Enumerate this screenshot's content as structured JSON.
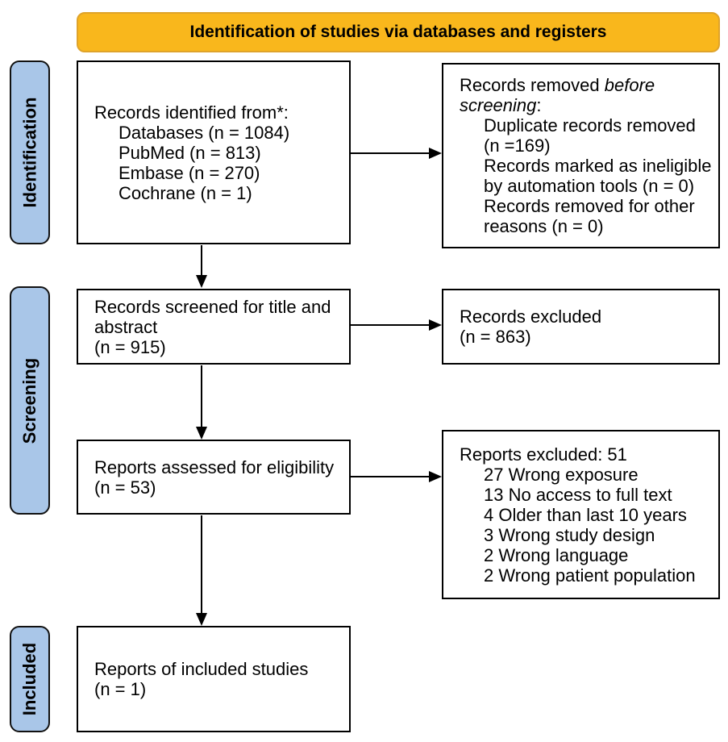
{
  "header": {
    "title": "Identification of studies via databases and registers"
  },
  "colors": {
    "header_bg": "#F9B71C",
    "header_border": "#DFA32A",
    "sidebar_bg": "#A9C6E8",
    "border": "#000000"
  },
  "sidebar": {
    "identification": "Identification",
    "screening": "Screening",
    "included": "Included"
  },
  "boxes": {
    "identified": {
      "title": "Records identified from*:",
      "items": [
        "Databases (n = 1084)",
        "PubMed (n = 813)",
        "Embase (n = 270)",
        "Cochrane (n = 1)"
      ]
    },
    "removed": {
      "title_prefix": "Records removed ",
      "title_italic": "before screening",
      "title_suffix": ":",
      "items": [
        "Duplicate records removed (n =169)",
        "Records marked as ineligible by automation tools (n = 0)",
        "Records removed for other reasons (n = 0)"
      ]
    },
    "screened": {
      "lines": [
        "Records screened for title and abstract",
        "(n = 915)"
      ]
    },
    "records_excluded": {
      "lines": [
        "Records excluded",
        "(n = 863)"
      ]
    },
    "assessed": {
      "lines": [
        "Reports assessed for eligibility",
        "(n = 53)"
      ]
    },
    "reports_excluded": {
      "title": "Reports excluded: 51",
      "items": [
        "27 Wrong exposure",
        "13 No access to full text",
        "4 Older than last 10 years",
        "3 Wrong study design",
        "2 Wrong language",
        "2 Wrong patient population"
      ]
    },
    "included_studies": {
      "lines": [
        "Reports of included studies",
        "(n = 1)"
      ]
    }
  }
}
